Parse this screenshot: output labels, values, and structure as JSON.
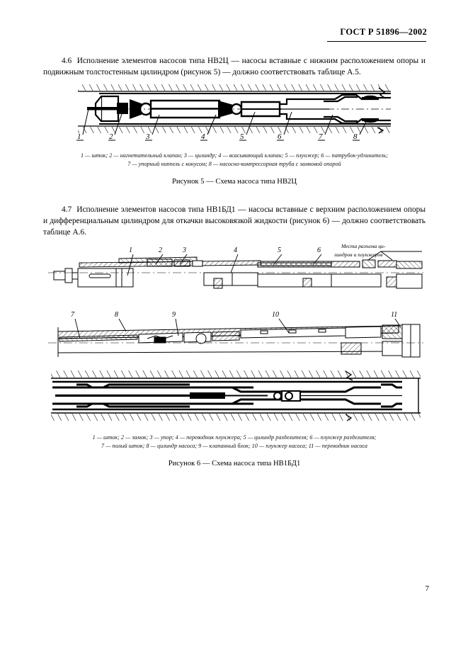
{
  "document": {
    "standard_header": "ГОСТ Р 51896—2002",
    "page_number": "7"
  },
  "sections": [
    {
      "number": "4.6",
      "text": "Исполнение элементов насосов типа НВ2Ц — насосы вставные с нижним расположением опоры и подвижным толстостенным цилиндром (рисунок 5) — должно соответствовать таблице А.5."
    },
    {
      "number": "4.7",
      "text": "Исполнение элементов насосов типа НВ1БД1 — насосы вставные с верхним расположением опоры и дифференциальным цилиндром для откачки высоковязкой жидкости (рисунок 6) — должно соответствовать таблице А.6."
    }
  ],
  "figure5": {
    "caption": "Рисунок 5 — Схема насоса типа НВ2Ц",
    "legend_line1": "1 — шток; 2 — нагнетательный клапан; 3 — цилиндр; 4 — всасывающий клапан; 5 — плунжер; 6 — патрубок-удлинитель;",
    "legend_line2": "7 — упорный ниппель с конусом; 8 — насосно-компрессорная труба с замковой опорой",
    "callouts": [
      "1",
      "2",
      "3",
      "4",
      "5",
      "6",
      "7",
      "8"
    ],
    "parts": [
      {
        "num": "1",
        "name": "шток"
      },
      {
        "num": "2",
        "name": "нагнетательный клапан"
      },
      {
        "num": "3",
        "name": "цилиндр"
      },
      {
        "num": "4",
        "name": "всасывающий клапан"
      },
      {
        "num": "5",
        "name": "плунжер"
      },
      {
        "num": "6",
        "name": "патрубок-удлинитель"
      },
      {
        "num": "7",
        "name": "упорный ниппель с конусом"
      },
      {
        "num": "8",
        "name": "насосно-компрессорная труба с замковой опорой"
      }
    ]
  },
  "figure6": {
    "caption": "Рисунок 6 — Схема насоса типа НВ1БД1",
    "legend_line1": "1 — шток; 2 — замок; 3 — упор; 4 — переводник плунжера; 5 — цилиндр разделителя; 6 — плунжер разделителя;",
    "legend_line2": "7 — полый шток; 8 — цилиндр насоса; 9 — клапанный блок; 10 — плунжер насоса; 11 — переводник насоса",
    "annotation_line1": "Места разъема ци-",
    "annotation_line2": "линдров и плунжеров",
    "callouts_top": [
      "1",
      "2",
      "3",
      "4",
      "5",
      "6"
    ],
    "callouts_middle": [
      "7",
      "8",
      "9",
      "10",
      "11"
    ],
    "parts": [
      {
        "num": "1",
        "name": "шток"
      },
      {
        "num": "2",
        "name": "замок"
      },
      {
        "num": "3",
        "name": "упор"
      },
      {
        "num": "4",
        "name": "переводник плунжера"
      },
      {
        "num": "5",
        "name": "цилиндр разделителя"
      },
      {
        "num": "6",
        "name": "плунжер разделителя"
      },
      {
        "num": "7",
        "name": "полый шток"
      },
      {
        "num": "8",
        "name": "цилиндр насоса"
      },
      {
        "num": "9",
        "name": "клапанный блок"
      },
      {
        "num": "10",
        "name": "плунжер насоса"
      },
      {
        "num": "11",
        "name": "переводник насоса"
      }
    ]
  }
}
